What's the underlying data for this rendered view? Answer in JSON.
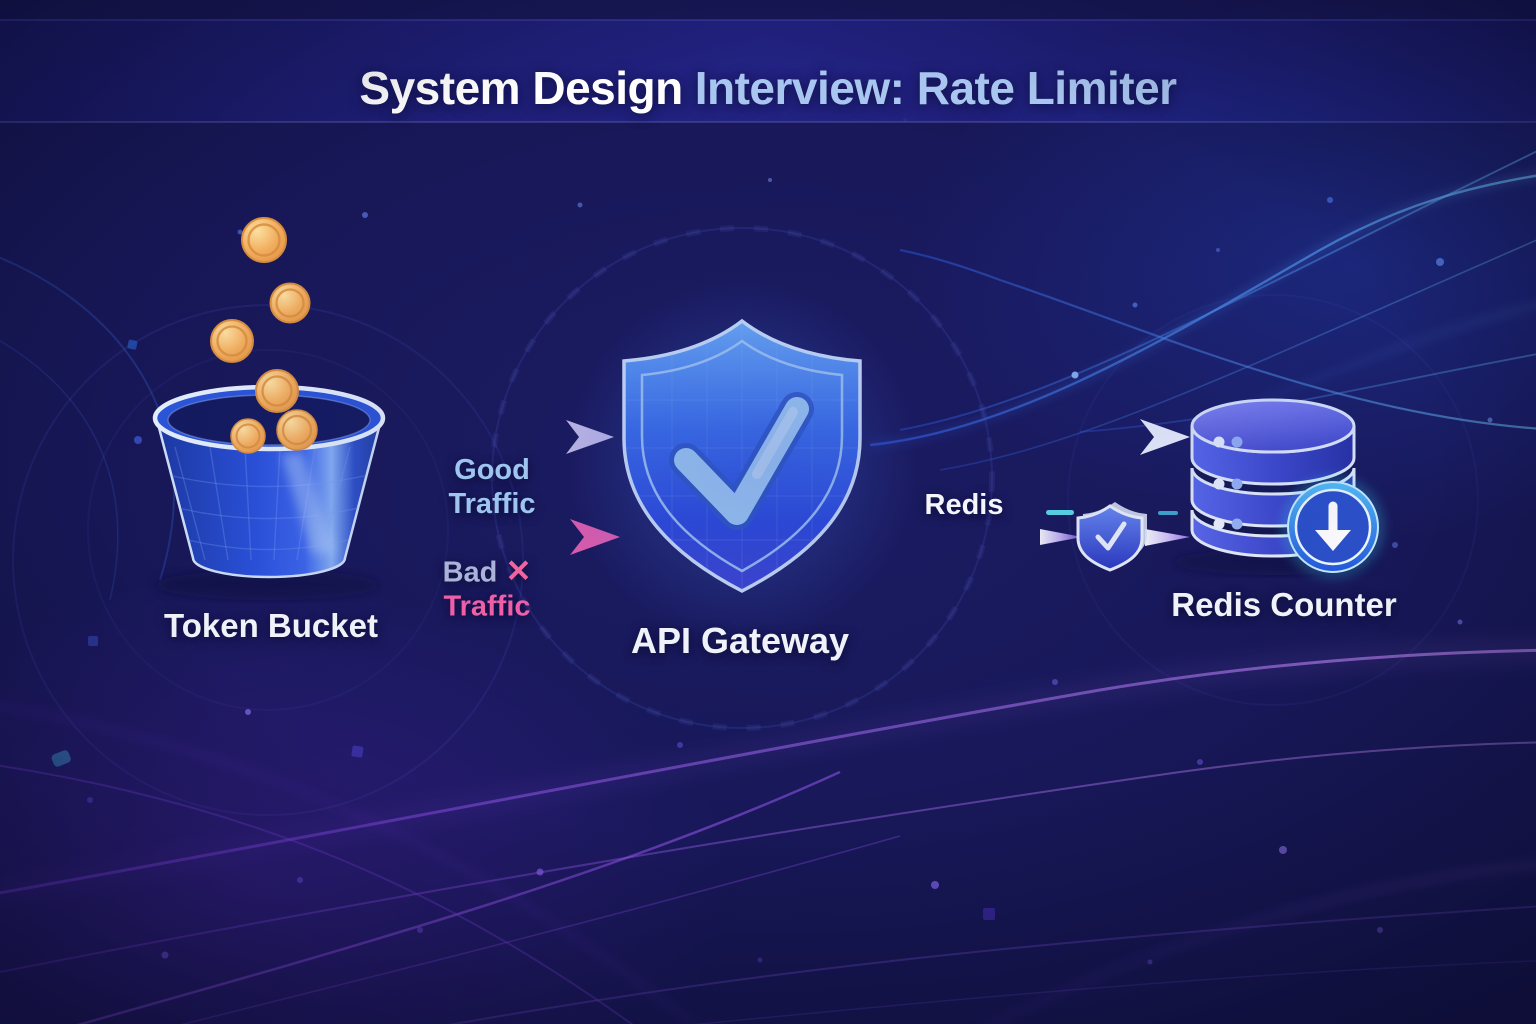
{
  "title": {
    "primary": "System Design",
    "accent": "Interview: Rate Limiter"
  },
  "nodes": {
    "token_bucket": {
      "label": "Token Bucket"
    },
    "api_gateway": {
      "label": "API Gateway"
    },
    "redis_counter": {
      "label": "Redis Counter"
    }
  },
  "edges": {
    "good_traffic": {
      "word1": "Good",
      "word2": "Traffic"
    },
    "bad_traffic": {
      "word1": "Bad",
      "x_mark": "✕",
      "word2": "Traffic"
    },
    "redis_link": {
      "label": "Redis"
    }
  },
  "icons": {
    "token_bucket": "bucket-with-falling-coins",
    "api_gateway": "shield-with-checkmark",
    "validation": "mini-shield-checkmark",
    "redis_counter": "stacked-database-cylinder",
    "download_badge": "circle-with-down-arrow"
  },
  "colors": {
    "background_base": "#171757",
    "title_primary": "#ffffff",
    "title_accent": "#a9c6f1",
    "good_traffic_text": "#9ec4f0",
    "bad_word_text": "#a9b4d8",
    "bad_traffic_text": "#ee5fa7",
    "good_arrow_head": "#cdc6ee",
    "bad_arrow_head": "#ee62b0",
    "redis_arrow_head": "#f6faff",
    "cyan_dash": "#5ce0ea",
    "cyan_dash_dim": "#46c2e0",
    "coin_gold": "#f3a94f",
    "shield_fill": "#3a72f0",
    "database_fill": "#4a58e0",
    "badge_fill": "#2f7ae8",
    "label_text": "#f0f2fa"
  }
}
